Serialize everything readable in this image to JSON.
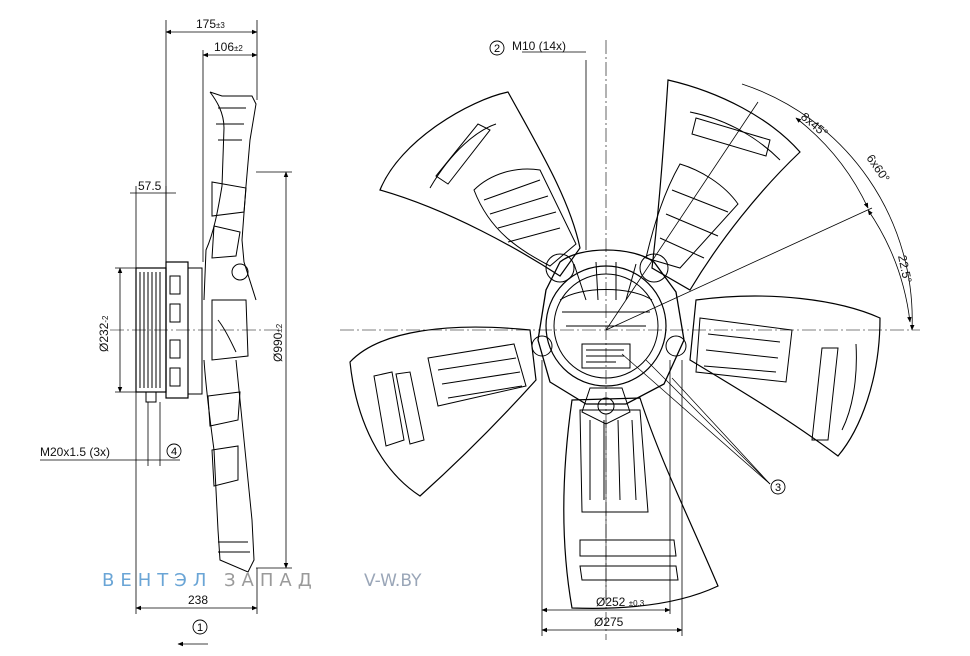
{
  "dimensions": {
    "depth_total": "175",
    "depth_total_tol": "±3",
    "hub_depth": "106",
    "hub_depth_tol": "±2",
    "motor_offset": "57.5",
    "motor_dia": "Ø232",
    "motor_dia_tol": "-2",
    "fan_dia": "Ø990",
    "fan_dia_tol": "±2",
    "cable_gland": "M20x1.5 (3x)",
    "overall_depth": "238",
    "mount_thread": "M10 (14x)",
    "pitch_a": "8x45°",
    "pitch_b": "6x60°",
    "angle_offset": "22.5°",
    "bolt_circle": "Ø252",
    "bolt_circle_tol": "±0.3",
    "flange_dia": "Ø275"
  },
  "callouts": {
    "airflow": "1",
    "mounting": "2",
    "motor_screws": "3",
    "cable_entry": "4"
  },
  "watermark": {
    "brand_part1": "ВЕНТЭЛ",
    "brand_part2": "ЗАПАД",
    "url": "V-W.BY",
    "brand_color": "#6aa5d6",
    "grey_color": "#9a9a9a"
  }
}
